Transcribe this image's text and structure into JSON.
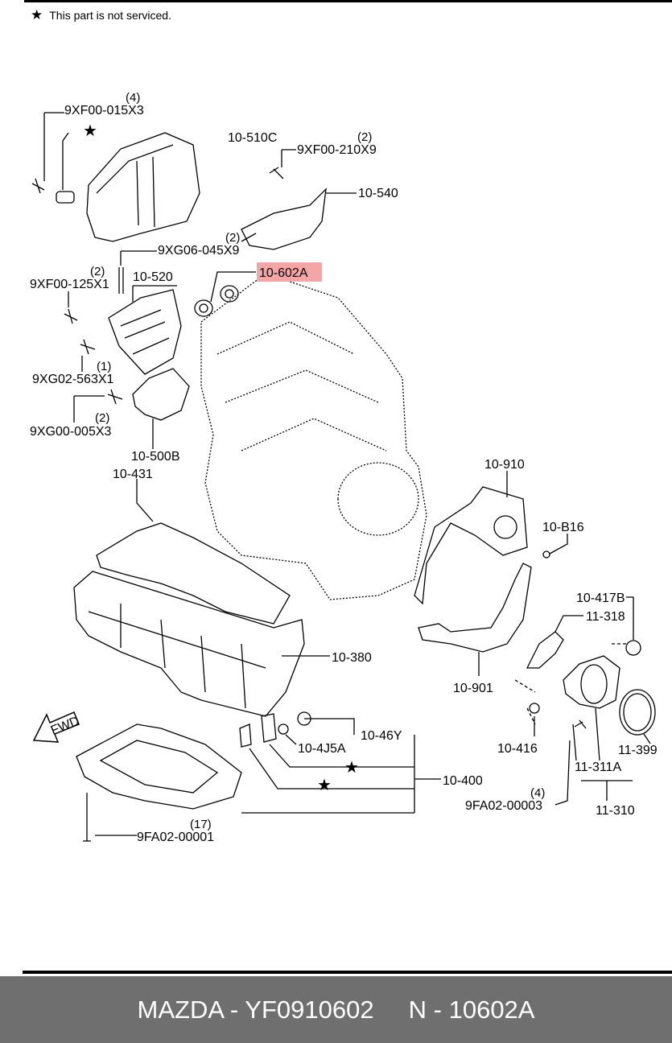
{
  "note": {
    "symbol": "★",
    "text": "This part is not serviced."
  },
  "parts": {
    "bolt_9xf00_015x3": {
      "qty": "(4)",
      "code": "9XF00-015X3"
    },
    "cover_10_510c": "10-510C",
    "bolt_9xf00_210x9": {
      "qty": "(2)",
      "code": "9XF00-210X9"
    },
    "bracket_10_540": "10-540",
    "stud_9xg06_045x9": {
      "qty": "(2)",
      "code": "9XG06-045X9"
    },
    "seal_10_602a": "10-602A",
    "bolt_9xf00_125x1": {
      "qty": "(2)",
      "code": "9XF00-125X1"
    },
    "mount_10_520": "10-520",
    "bolt_9xg02_563x1": {
      "qty": "(1)",
      "code": "9XG02-563X1"
    },
    "bolt_9xg00_005x3": {
      "qty": "(2)",
      "code": "9XG00-005X3"
    },
    "cover_10_500b": "10-500B",
    "gasket_10_431": "10-431",
    "gasket_10_910": "10-910",
    "pin_10_b16": "10-B16",
    "oring_10_417b": "10-417B",
    "plate_11_318": "11-318",
    "plate_10_901": "10-901",
    "oilpan_10_380": "10-380",
    "set_10_46y": "10-46Y",
    "washer_10_4j5a": "10-4J5A",
    "oilpan_10_400": "10-400",
    "ring_10_416": "10-416",
    "housing_11_311a": "11-311A",
    "seal_11_399": "11-399",
    "bolt_9fa02_00003": {
      "qty": "(4)",
      "code": "9FA02-00003"
    },
    "assy_11_310": "11-310",
    "bolt_9fa02_00001": {
      "qty": "(17)",
      "code": "9FA02-00001"
    },
    "fwd_arrow": "FWD",
    "star_a": "★",
    "star_b": "★",
    "star_c": "★"
  },
  "highlight_color": "#f4a6a6",
  "footer": {
    "brand": "MAZDA",
    "part_number": "YF0910602",
    "ref": "N - 10602A",
    "text": "MAZDA - YF0910602     N - 10602A"
  }
}
